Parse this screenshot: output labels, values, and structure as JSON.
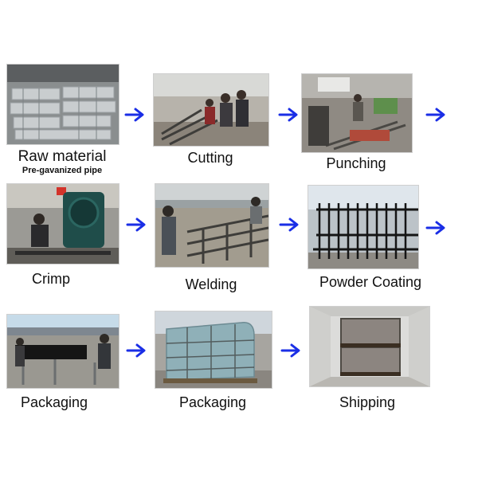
{
  "steps": [
    {
      "label": "Raw material",
      "sublabel": "Pre-gavanized pipe",
      "image": "stacked-galvanized-pipes-photo"
    },
    {
      "label": "Cutting",
      "image": "workers-cutting-pipes-photo"
    },
    {
      "label": "Punching",
      "image": "punching-workshop-photo"
    },
    {
      "label": "Crimp",
      "image": "crimping-press-photo"
    },
    {
      "label": "Welding",
      "image": "welding-fence-panel-photo"
    },
    {
      "label": "Powder Coating",
      "image": "black-coated-fence-panels-photo"
    },
    {
      "label": "Packaging",
      "image": "panels-on-racks-photo"
    },
    {
      "label": "Packaging",
      "image": "wrapped-panel-bundle-photo"
    },
    {
      "label": "Shipping",
      "image": "loaded-container-photo"
    }
  ],
  "arrow_color": "#1a2ee6",
  "arrow_icon": "right-arrow-icon"
}
